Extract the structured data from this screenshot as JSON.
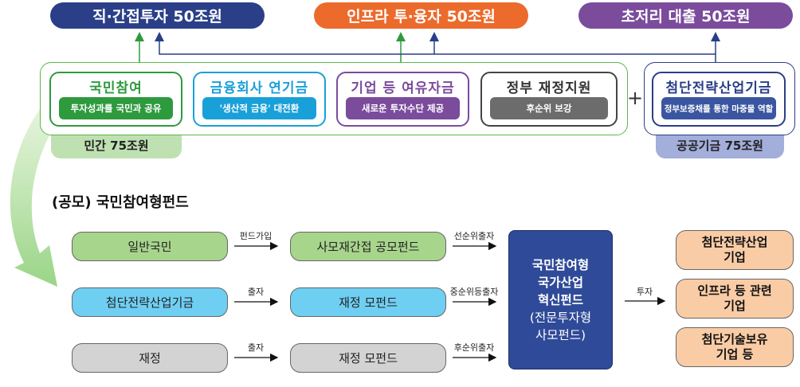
{
  "header": {
    "direct_investment": "직·간접투자 50조원",
    "infra_loan": "인프라 투·융자 50조원",
    "low_interest_loan": "초저리 대출 50조원"
  },
  "sources": {
    "citizen": {
      "title": "국민참여",
      "sub": "투자성과를 국민과 공유"
    },
    "financial": {
      "title": "금융회사 연기금",
      "sub": "'생산적 금융' 대전환"
    },
    "corporate": {
      "title": "기업 등 여유자금",
      "sub": "새로운 투자수단 제공"
    },
    "government": {
      "title": "정부 재정지원",
      "sub": "후순위 보강"
    },
    "plus_sign": "+",
    "advanced_fund": {
      "title": "첨단전략산업기금",
      "sub": "정부보증채를 통한 마중물 역할"
    }
  },
  "totals": {
    "private": "민간 75조원",
    "public": "공공기금 75조원"
  },
  "section_title": "(공모) 국민참여형펀드",
  "flow": {
    "rows": [
      {
        "source": "일반국민",
        "action": "펀드가입",
        "fund": "사모재간접 공모펀드",
        "tranche": "선순위출자"
      },
      {
        "source": "첨단전략산업기금",
        "action": "출자",
        "fund": "재정 모펀드",
        "tranche": "중순위등출자"
      },
      {
        "source": "재정",
        "action": "출자",
        "fund": "재정 모펀드",
        "tranche": "후순위출자"
      }
    ],
    "central_fund": [
      "국민참여형",
      "국가산업",
      "혁신펀드",
      "(전문투자형",
      "사모펀드)"
    ],
    "invest_label": "투자",
    "targets": [
      [
        "첨단전략산업",
        "기업"
      ],
      [
        "인프라 등 관련",
        "기업"
      ],
      [
        "첨단기술보유",
        "기업 등"
      ]
    ]
  },
  "colors": {
    "navy": "#2a3f88",
    "orange": "#ec6a2b",
    "purple": "#7b4b9c",
    "green": "#2e9a3e",
    "cyan": "#1aa0d8",
    "grey": "#6c6c6c",
    "blue_fund": "#3b56a0"
  }
}
